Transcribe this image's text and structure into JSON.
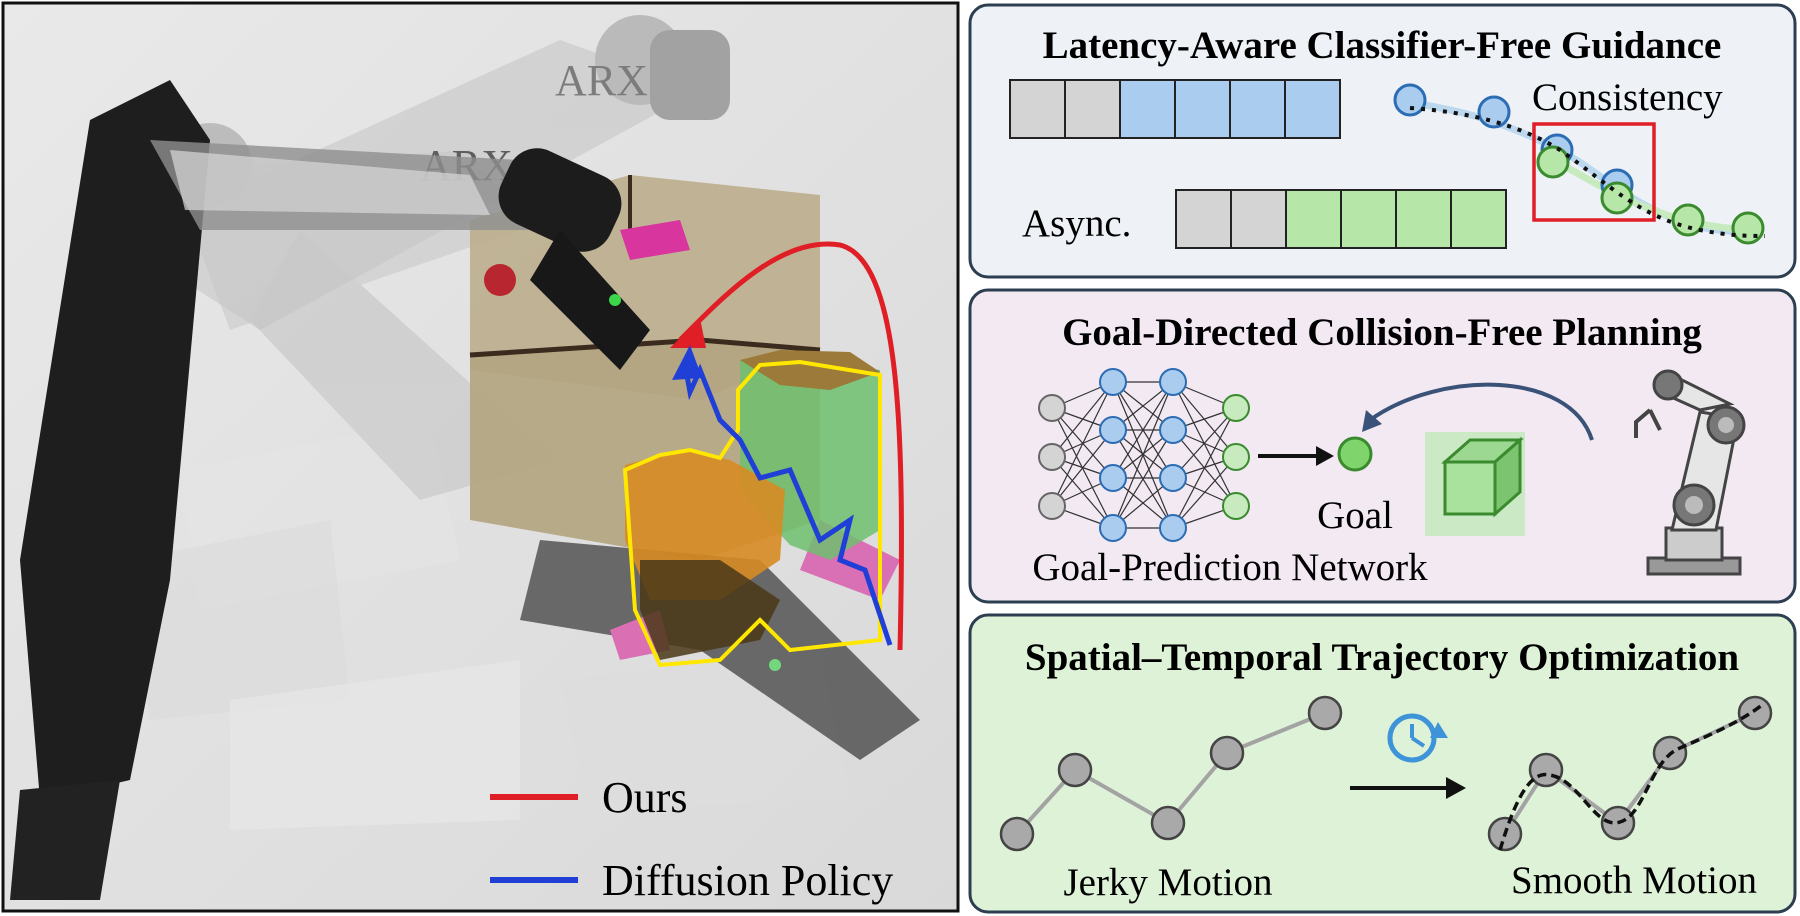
{
  "photo": {
    "arm_brand": "ARX",
    "legend": [
      {
        "label": "Ours",
        "color": "#e01e25"
      },
      {
        "label": "Diffusion Policy",
        "color": "#1f3fd6"
      }
    ]
  },
  "panels": {
    "latency": {
      "title": "Latency-Aware Classifier-Free Guidance",
      "consistency_label": "Consistency",
      "async_label": "Async.",
      "background": "#eef2f7"
    },
    "goal": {
      "title": "Goal-Directed Collision-Free Planning",
      "goal_label": "Goal",
      "network_label": "Goal-Prediction Network",
      "background": "#f2e9f3"
    },
    "trajectory": {
      "title": "Spatial–Temporal Trajectory Optimization",
      "jerky_label": "Jerky Motion",
      "smooth_label": "Smooth Motion",
      "background": "#ddf2d6"
    }
  },
  "icons": [
    "clock-icon",
    "robot-arm-icon",
    "cube-icon",
    "arrow-icon"
  ],
  "colors": {
    "gray_cell": "#d4d4d4",
    "blue_cell": "#a9ccef",
    "green_cell": "#b6e6a8",
    "highlight_box": "#e01e25",
    "panel_border": "#2c3e50"
  }
}
